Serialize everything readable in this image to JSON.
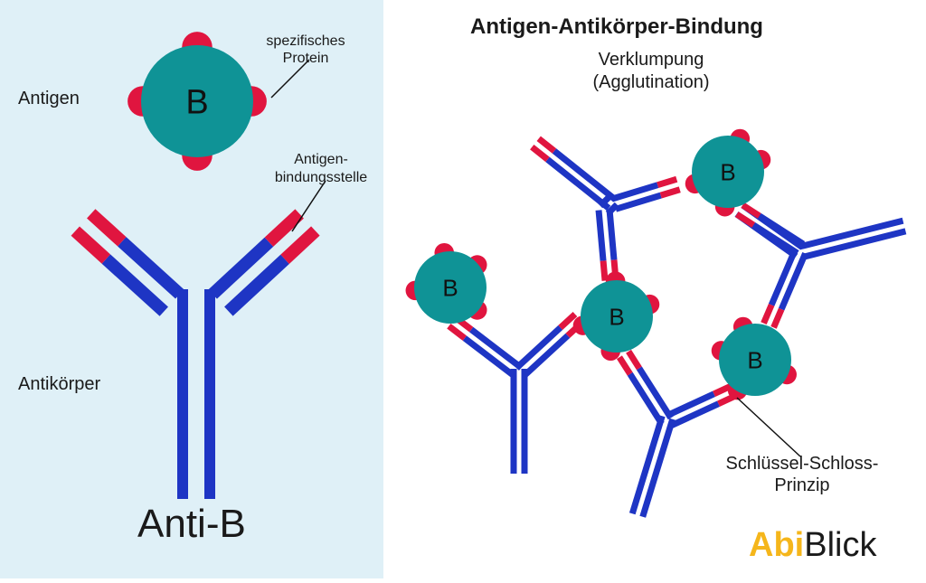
{
  "title": "Antigen-Antikörper-Bindung",
  "subtitle_line1": "Verklumpung",
  "subtitle_line2": "(Agglutination)",
  "labels": {
    "antigen": "Antigen",
    "protein_line1": "spezifisches",
    "protein_line2": "Protein",
    "binding_line1": "Antigen-",
    "binding_line2": "bindungsstelle",
    "antibody": "Antikörper",
    "anti_b": "Anti-B",
    "lock_line1": "Schlüssel-Schloss-",
    "lock_line2": "Prinzip"
  },
  "antigen_letter": "B",
  "logo": {
    "part1": "Abi",
    "part2": "Blick"
  },
  "colors": {
    "left_panel": "#dff0f7",
    "antigen_body": "#0f9396",
    "protein": "#e0153f",
    "antibody_heavy": "#1e35c4",
    "antibody_tip": "#e0153f",
    "logo_accent": "#f5b61b"
  }
}
